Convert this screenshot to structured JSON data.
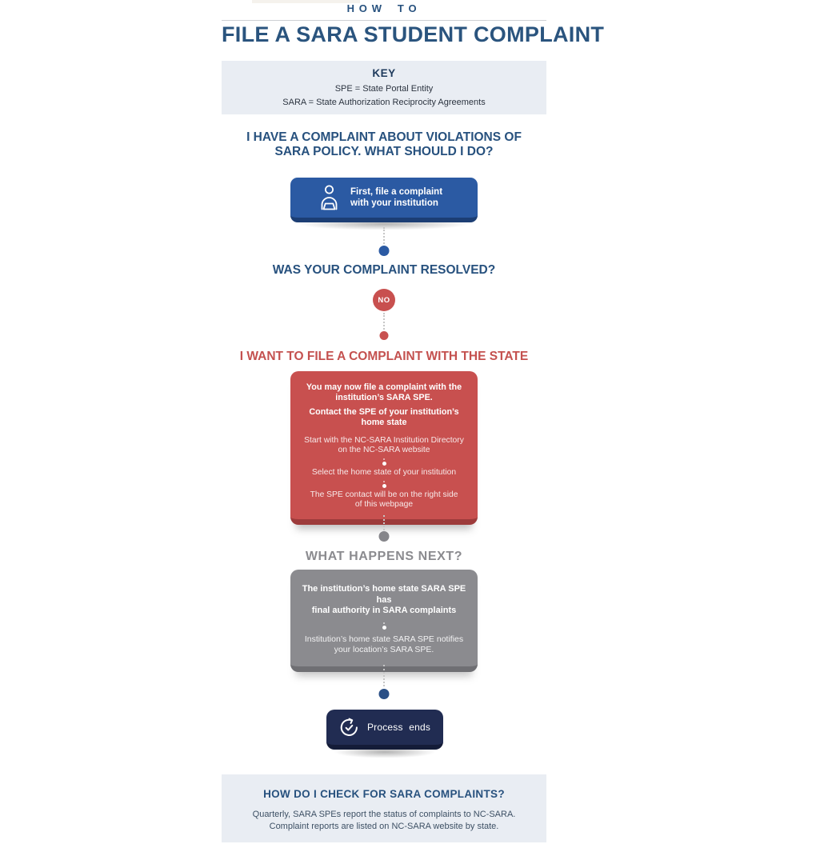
{
  "header": {
    "eyebrow": "HOW TO",
    "title": "FILE A SARA STUDENT COMPLAINT"
  },
  "key": {
    "heading": "KEY",
    "lines": [
      "SPE = State Portal Entity",
      "SARA = State Authorization Reciprocity Agreements"
    ]
  },
  "flow": {
    "question1": [
      "I HAVE A COMPLAINT ABOUT VIOLATIONS OF",
      "SARA POLICY. WHAT SHOULD I DO?"
    ],
    "institution_step": {
      "icon": "person-at-laptop-icon",
      "lines": [
        "First, file a complaint",
        "with your institution"
      ]
    },
    "question2": "WAS YOUR COMPLAINT RESOLVED?",
    "no_badge": "NO",
    "question3": "I WANT TO FILE A COMPLAINT WITH THE STATE",
    "state_step": {
      "para1": [
        "You may now file a complaint with the",
        "institution’s SARA SPE."
      ],
      "para2": [
        "Contact the SPE of your institution’s",
        "home state"
      ],
      "para3": [
        "Start with the NC-SARA Institution Directory",
        "on the NC-SARA website"
      ],
      "para4": [
        "Select the home state of your institution"
      ],
      "para5": [
        "The SPE contact will be on the right side",
        "of this webpage"
      ]
    },
    "question4": "WHAT HAPPENS NEXT?",
    "next_step": {
      "para1": [
        "The institution’s home state SARA SPE has",
        "final authority in SARA complaints"
      ],
      "para2": [
        "Institution’s home state SARA SPE notifies",
        "your location’s SARA SPE."
      ]
    },
    "end_step": {
      "icon": "circular-arrow-check-icon",
      "label": "Process ends"
    }
  },
  "footer": {
    "heading": "HOW DO I CHECK FOR SARA COMPLAINTS?",
    "lines": [
      "Quarterly, SARA SPEs report the status of complaints to NC-SARA.",
      "Complaint reports are listed on NC-SARA website by state."
    ]
  },
  "colors": {
    "heading_navy": "#27517e",
    "step_blue": "#2b5aa3",
    "alert_red": "#c8504f",
    "neutral_gray": "#8b8b8f",
    "end_navy": "#212c52",
    "panel_bg": "#e9edf3"
  }
}
